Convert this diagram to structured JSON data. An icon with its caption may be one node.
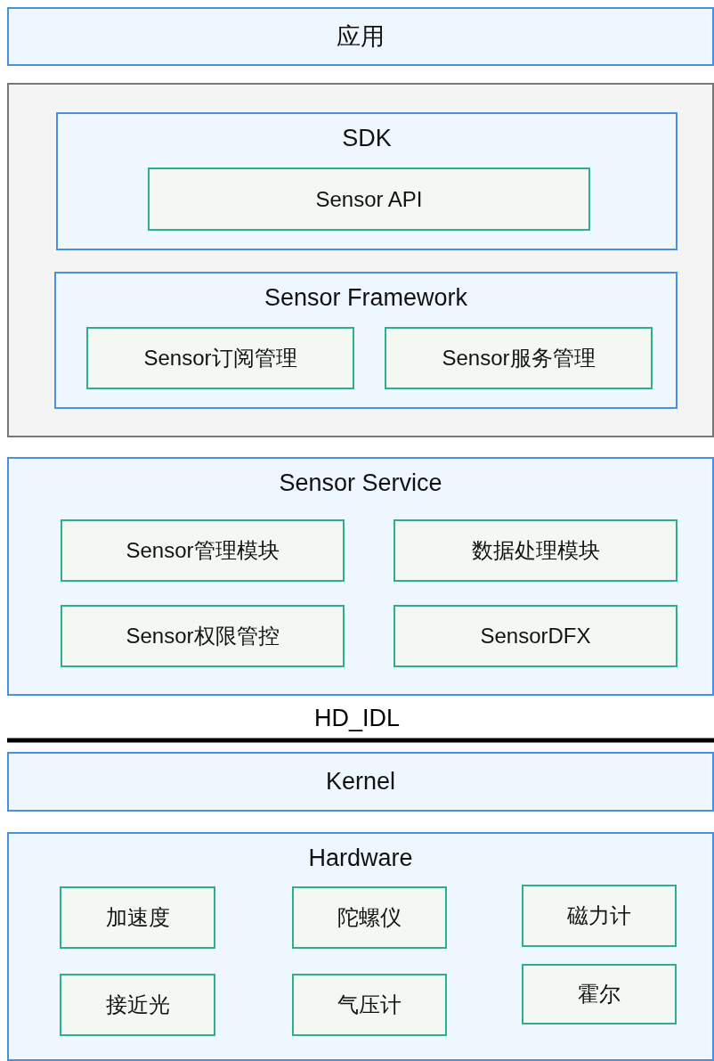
{
  "diagram": {
    "nodes": [
      {
        "text": [
          "应用"
        ]
      },
      {
        "text": [],
        "shape": "box"
      },
      {
        "text": [
          "SDK"
        ],
        "in": 1
      },
      {
        "text": [
          "Sensor API"
        ],
        "in": 2
      },
      {
        "text": [
          "Sensor Framework"
        ],
        "in": 1
      },
      {
        "text": [
          "Sensor订阅管理"
        ],
        "in": 4
      },
      {
        "text": [
          "Sensor服务管理"
        ],
        "in": 4
      },
      {
        "text": [
          "Sensor Service"
        ]
      },
      {
        "text": [
          "Sensor管理模块"
        ],
        "in": 7
      },
      {
        "text": [
          "数据处理模块"
        ],
        "in": 7
      },
      {
        "text": [
          "Sensor权限管控"
        ],
        "in": 7
      },
      {
        "text": [
          "SensorDFX"
        ],
        "in": 7
      },
      {
        "text": [
          "Kernel"
        ]
      },
      {
        "text": [
          "Hardware"
        ]
      },
      {
        "text": [
          "加速度"
        ],
        "in": 13
      },
      {
        "text": [
          "陀螺仪"
        ],
        "in": 13
      },
      {
        "text": [
          "磁力计"
        ],
        "in": 13
      },
      {
        "text": [
          "接近光"
        ],
        "in": 13
      },
      {
        "text": [
          "气压计"
        ],
        "in": 13
      },
      {
        "text": [
          "霍尔"
        ],
        "in": 13
      }
    ],
    "labels": [
      "HD_IDL"
    ]
  }
}
